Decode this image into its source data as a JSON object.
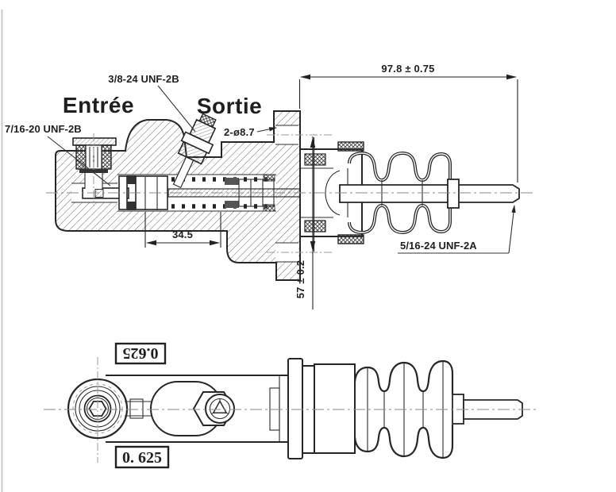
{
  "drawing": {
    "section_view": {
      "port_labels": {
        "inlet": "Entrée",
        "outlet": "Sortie"
      },
      "threads": {
        "inlet_port": "7/16-20 UNF-2B",
        "outlet_port": "3/8-24 UNF-2B",
        "push_rod": "5/16-24 UNF-2A"
      },
      "dimensions": {
        "overall_length": "97.8 ± 0.75",
        "stroke": "34.5",
        "mounting_holes": "2-ø8.7",
        "hole_spacing": "57 ± 0.2"
      }
    },
    "plan_view": {
      "bore_label_rotated": "0.625",
      "bore_label": "0. 625"
    },
    "colors": {
      "accent_red": "#b23a40",
      "line_dark": "#262626"
    }
  }
}
